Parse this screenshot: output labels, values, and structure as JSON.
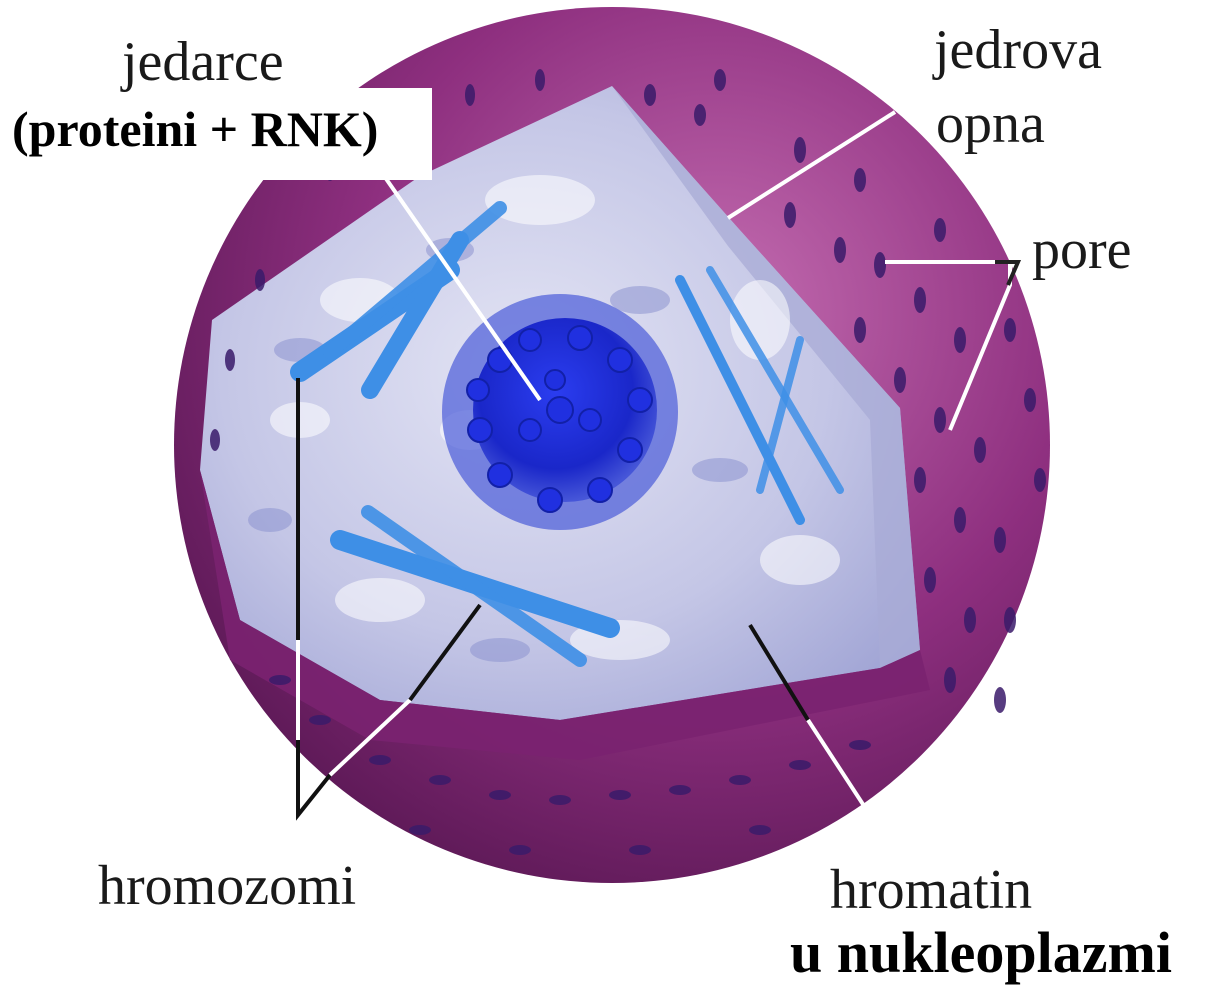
{
  "labels": {
    "jedarce": "jedarce",
    "proteini": "(proteini + RNK)",
    "jedrova": "jedrova",
    "opna": "opna",
    "pore": "pore",
    "hromozomi": "hromozomi",
    "hromatin": "hromatin",
    "nukleoplazma": "u nukleoplazmi"
  },
  "colors": {
    "envelope": "#8e2f7f",
    "envelope_dark": "#5e1656",
    "envelope_light": "#c067ad",
    "interior": "#c9cde8",
    "nucleolus": "#1f2fd6",
    "chromosome": "#3e8fe6",
    "pore": "#3a1b6a"
  }
}
